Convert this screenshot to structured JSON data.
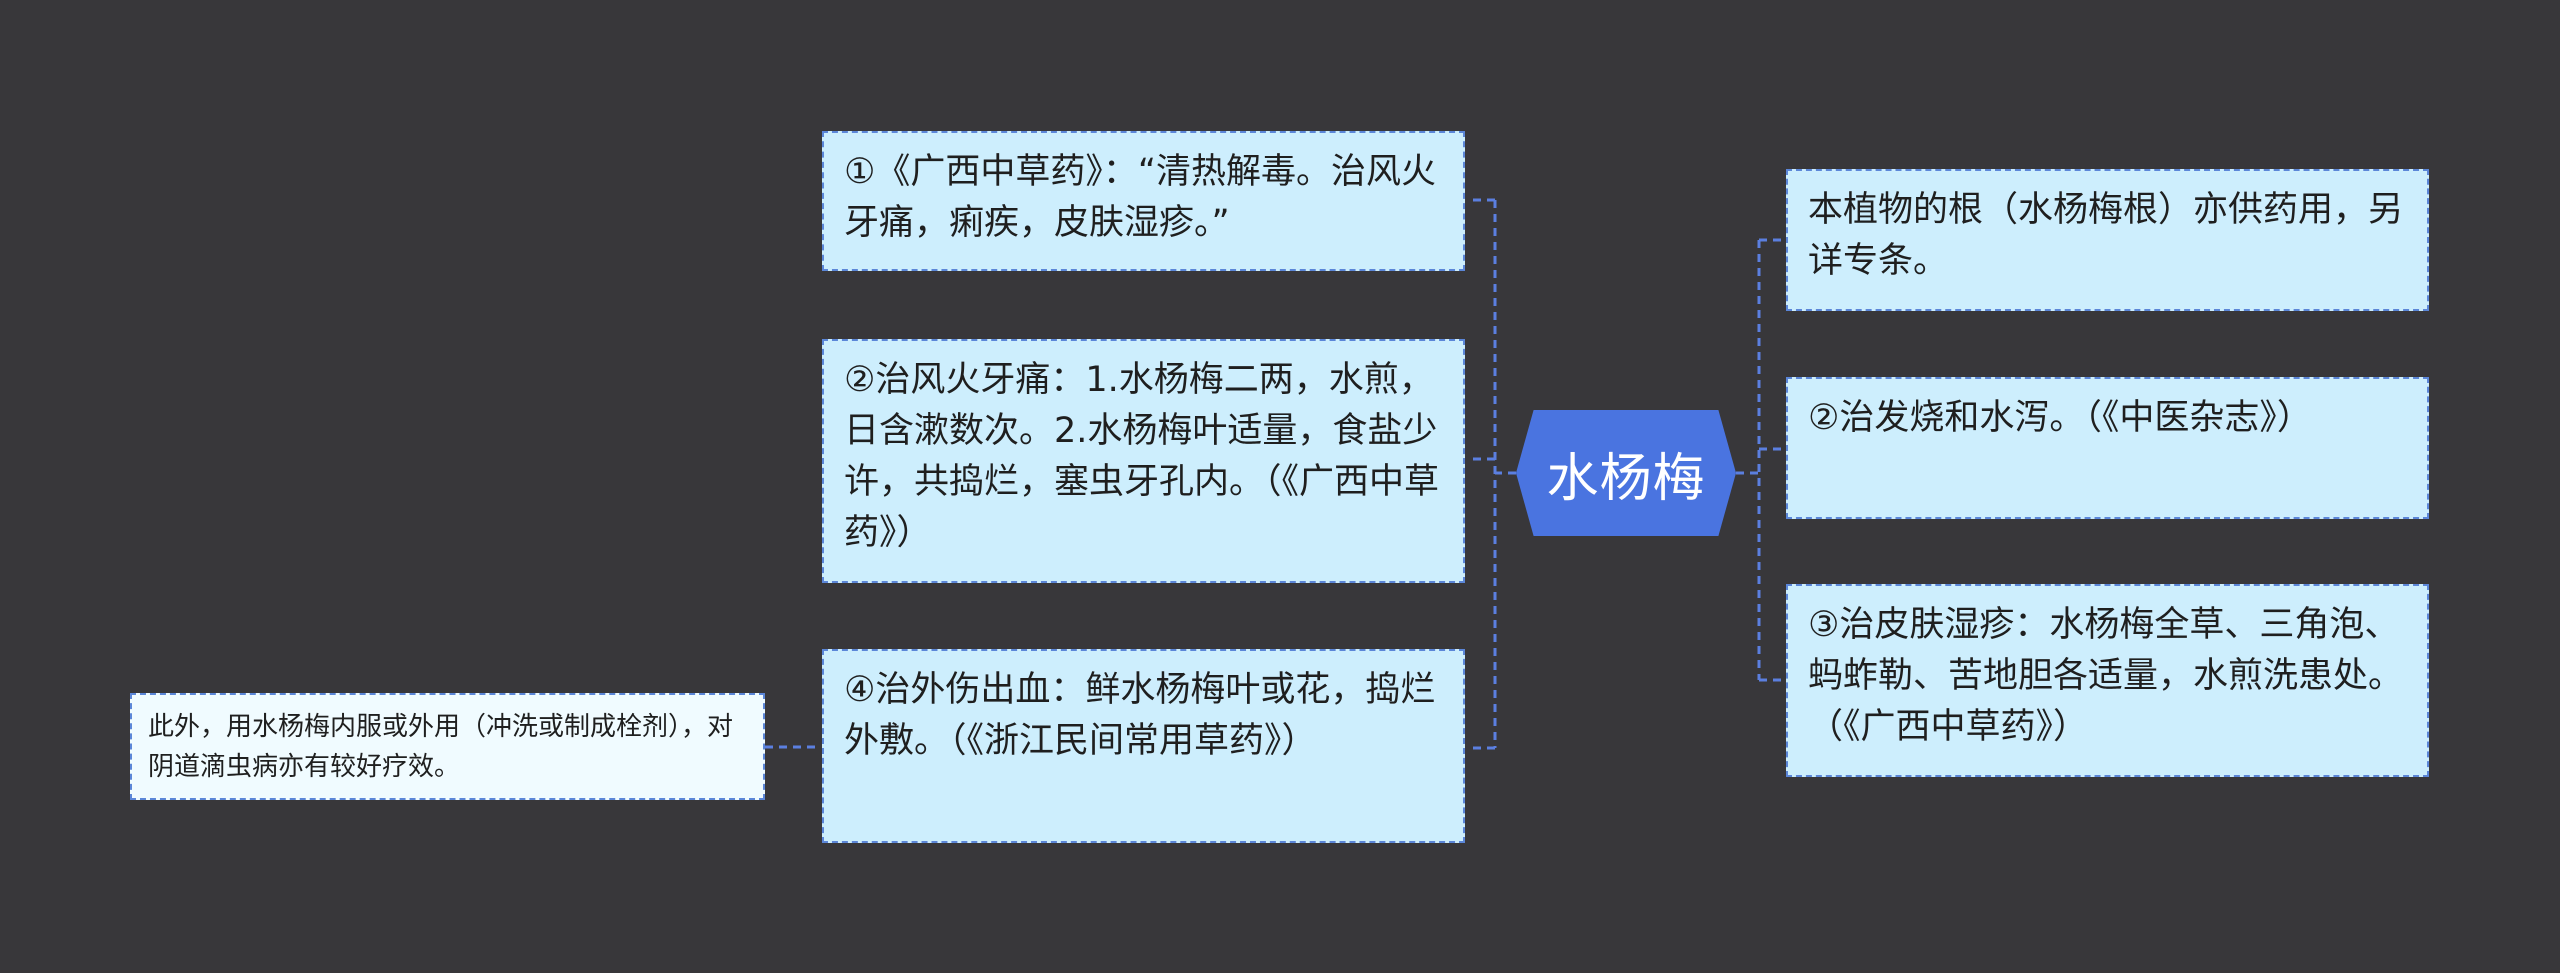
{
  "center": {
    "label": "水杨梅"
  },
  "left": [
    {
      "text": "①《广西中草药》：“清热解毒。治风火牙痛，痢疾，皮肤湿疹。”"
    },
    {
      "text": "②治风火牙痛：1.水杨梅二两，水煎，日含漱数次。2.水杨梅叶适量，食盐少许，共捣烂，塞虫牙孔内。（《广西中草药》）"
    },
    {
      "text": "④治外伤出血：鲜水杨梅叶或花，捣烂外敷。（《浙江民间常用草药》）"
    }
  ],
  "left_sub": {
    "text": "此外，用水杨梅内服或外用（冲洗或制成栓剂），对阴道滴虫病亦有较好疗效。"
  },
  "right": [
    {
      "text": "本植物的根（水杨梅根）亦供药用，另详专条。"
    },
    {
      "text": "②治发烧和水泻。（《中医杂志》）"
    },
    {
      "text": "③治皮肤湿疹：水杨梅全草、三角泡、蚂蚱勒、苦地胆各适量，水煎洗患处。（《广西中草药》）"
    }
  ],
  "colors": {
    "background": "#38373a",
    "node_fill": "#cdeefd",
    "node_border": "#5b86d8",
    "center_fill": "#4a74e0",
    "connector": "#5b7fe0"
  }
}
